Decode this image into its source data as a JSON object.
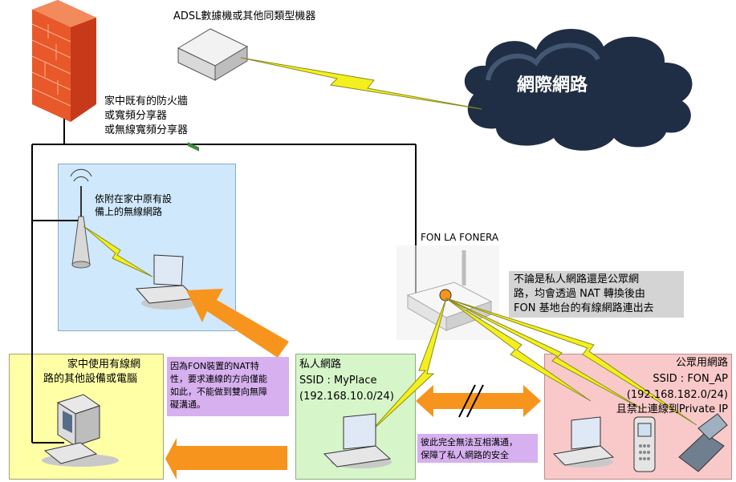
{
  "labels": {
    "adsl_device": "ADSL數據機或其他同類型機器",
    "internet": "網際網路",
    "firewall": [
      "家中既有的防火牆",
      "或寬頻分享器",
      "或無線寬頻分享器"
    ],
    "existing_wifi": [
      "依附在家中原有設",
      "備上的無線網路"
    ],
    "fon_title": "FON LA FONERA",
    "fon_note": [
      "不論是私人網路還是公眾網",
      "路，均會透過 NAT 轉換後由",
      "FON 基地台的有線網路連出去"
    ],
    "wired_devices": [
      "家中使用有線網",
      "路的其他設備或電腦"
    ],
    "nat_note": [
      "因為FON裝置的NAT特",
      "性，要求連線的方向僅能",
      "如此，不能做到雙向無障",
      "礙溝通。"
    ],
    "private_net": [
      "私人網路",
      "SSID : MyPlace",
      "(192.168.10.0/24)"
    ],
    "isolation_note": [
      "彼此完全無法互相溝通，",
      "保障了私人網路的安全"
    ],
    "public_net": [
      "公眾用網路",
      "SSID : FON_AP",
      "(192.168.182.0/24)",
      "且禁止連線到Private IP"
    ]
  },
  "colors": {
    "wifi_box": "#cfe8fb",
    "wired_box": "#ffffa6",
    "private_box": "#d6f5c9",
    "public_box": "#f9c9c9",
    "purple_note": "#d6b0ef",
    "gray_note": "#d4d4d4",
    "arrow": "#f7941d",
    "lightning": "#f4f01e",
    "cloud": "#1f2e44",
    "firewall": "#e8582a"
  }
}
